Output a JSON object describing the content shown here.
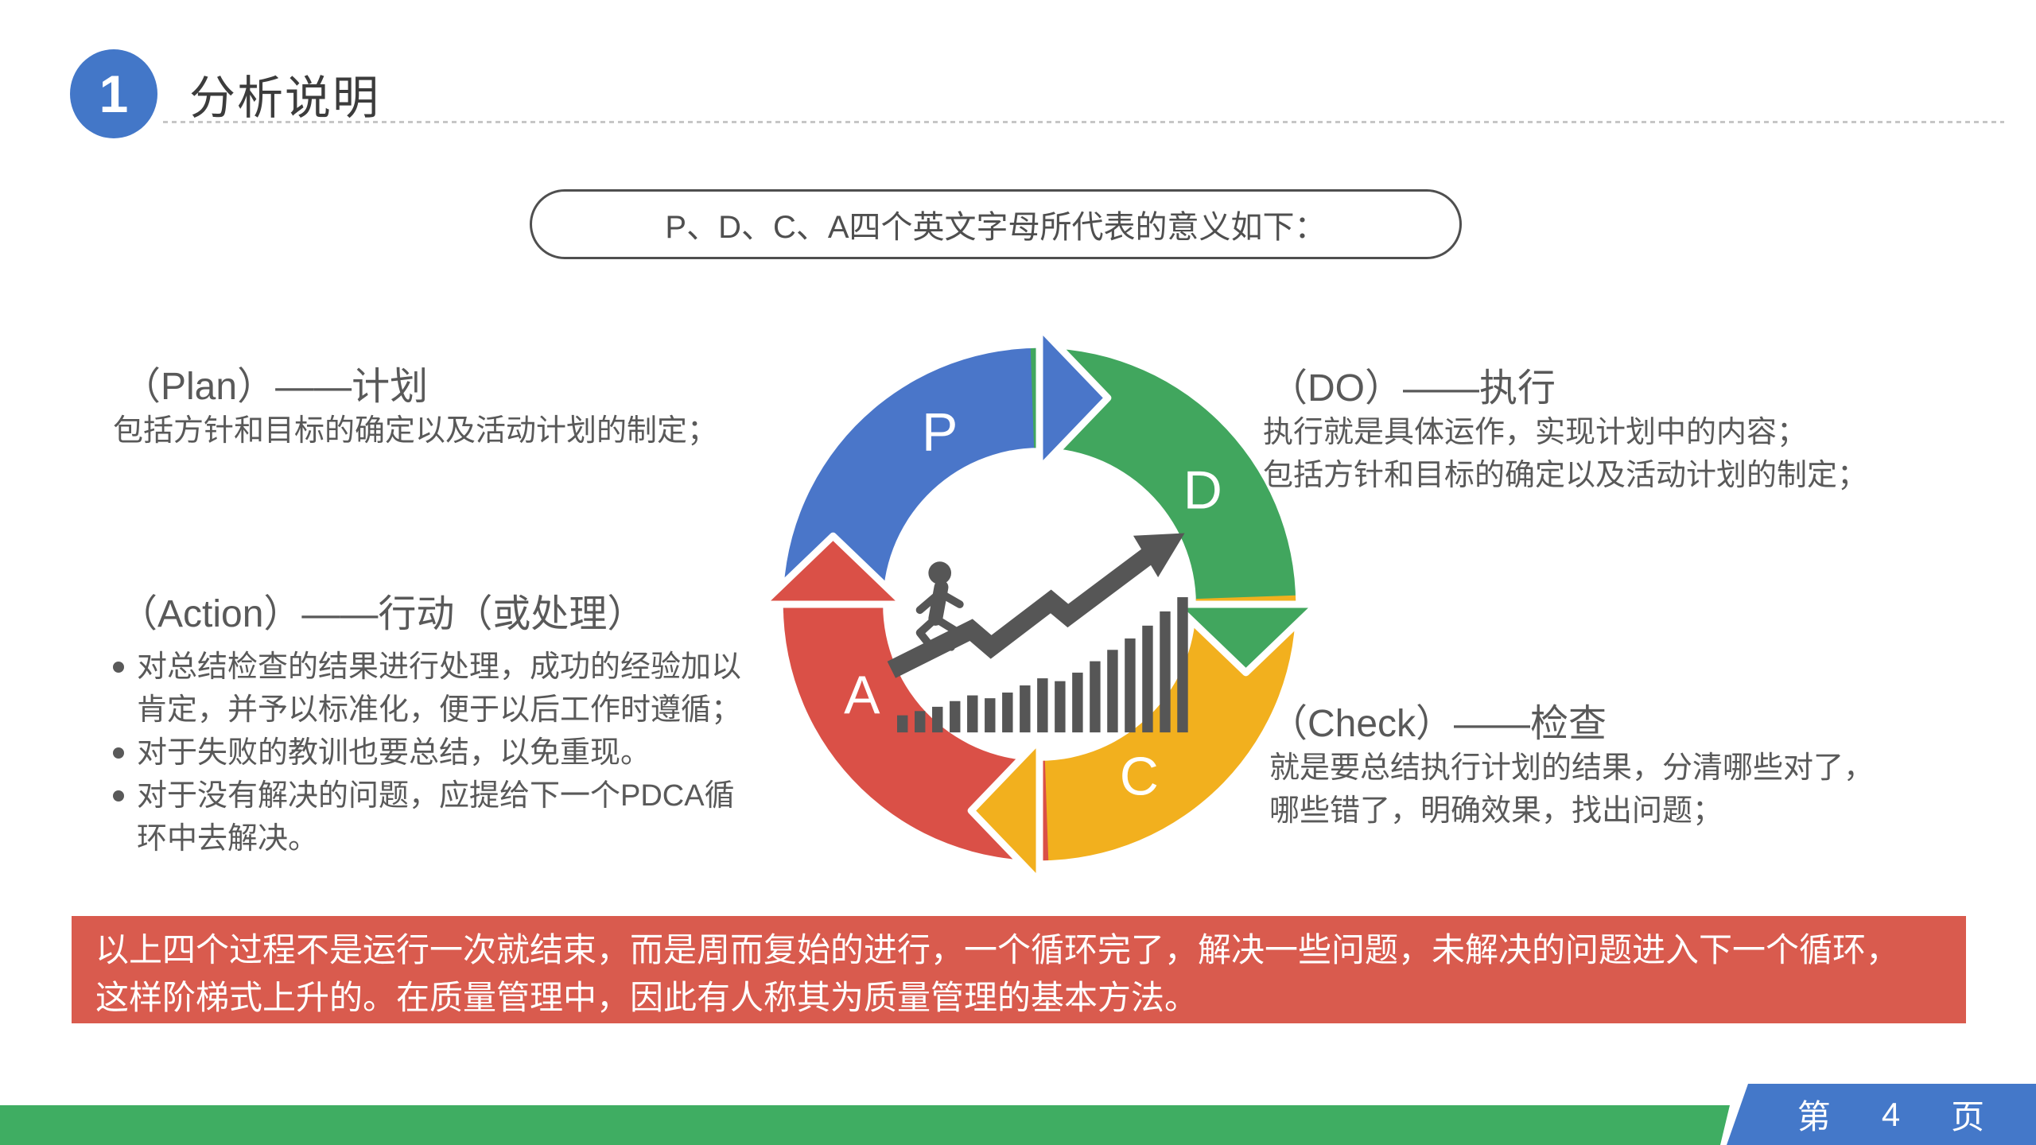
{
  "slide": {
    "header": {
      "badge_number": "1",
      "title": "分析说明"
    },
    "callout": {
      "text": "P、D、C、A四个英文字母所代表的意义如下："
    },
    "plan": {
      "heading": "（Plan）——计划",
      "body": "包括方针和目标的确定以及活动计划的制定；"
    },
    "do": {
      "heading": "（DO）——执行",
      "line1": "执行就是具体运作，实现计划中的内容；",
      "line2": "包括方针和目标的确定以及活动计划的制定；"
    },
    "action": {
      "heading": "（Action）——行动（或处理）",
      "bullets": [
        "对总结检查的结果进行处理，成功的经验加以肯定，并予以标准化，便于以后工作时遵循；",
        "对于失败的教训也要总结，以免重现。",
        "对于没有解决的问题，应提给下一个PDCA循环中去解决。"
      ]
    },
    "check": {
      "heading": "（Check）——检查",
      "body": "就是要总结执行计划的结果，分清哪些对了，哪些错了，明确效果，找出问题；"
    },
    "diagram": {
      "letters": {
        "plan": "P",
        "do": "D",
        "check": "C",
        "action": "A"
      },
      "colors": {
        "plan": "#4A76C9",
        "do": "#41A65E",
        "check": "#F2B01E",
        "action": "#DA5047",
        "icon": "#565656"
      },
      "center_icon": "growth-chart-runner"
    },
    "banner": {
      "background": "#D95B4E",
      "line1": "以上四个过程不是运行一次就结束，而是周而复始的进行，一个循环完了，解决一些问题，未解决的问题进入下一个循环，",
      "line2": "这样阶梯式上升的。在质量管理中，因此有人称其为质量管理的基本方法。"
    },
    "footer": {
      "bar_color": "#3FAD62",
      "tab_color": "#4478C9",
      "page_prefix": "第",
      "page_number": "4",
      "page_suffix": "页"
    }
  }
}
